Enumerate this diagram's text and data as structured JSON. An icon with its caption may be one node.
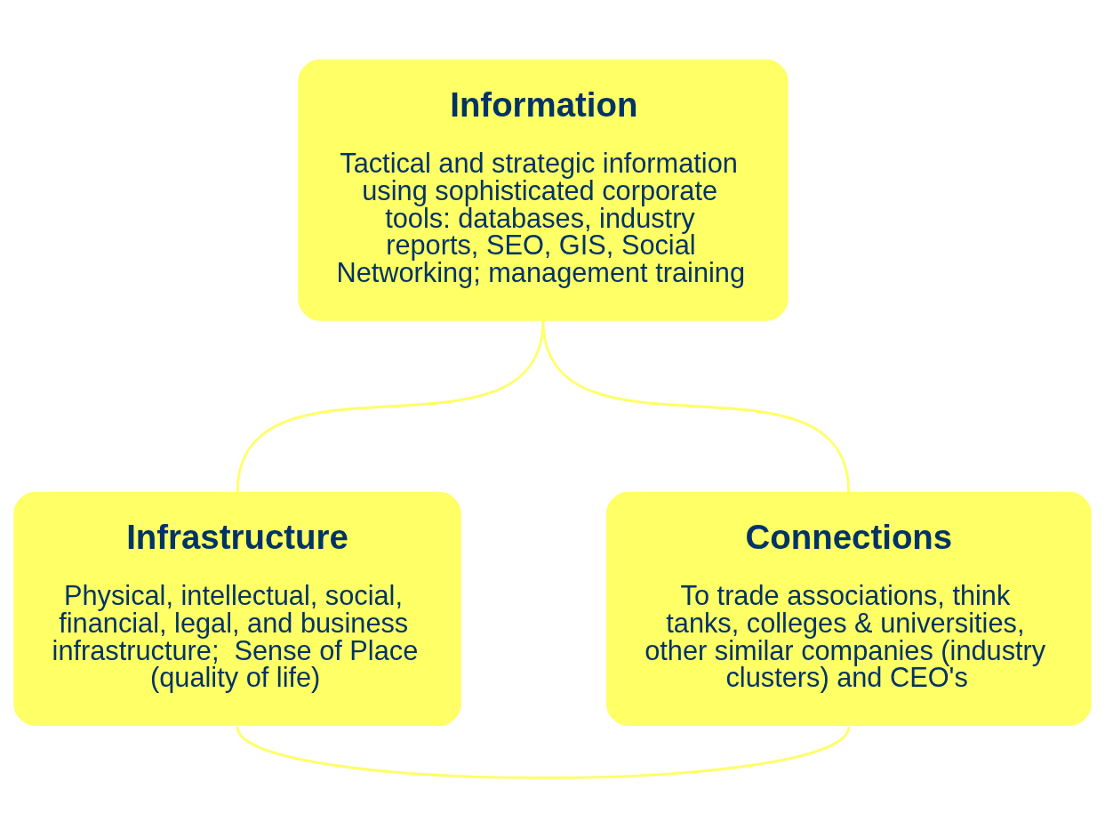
{
  "diagram": {
    "nodes": [
      {
        "text": [
          "Information",
          "Tactical and strategic information using sophisticated corporate tools: databases, industry reports, SEO, GIS, Social Networking; management training"
        ]
      },
      {
        "text": [
          "Infrastructure",
          "Physical, intellectual, social, financial, legal, and business infrastructure;  Sense of Place (quality of life)"
        ]
      },
      {
        "text": [
          "Connections",
          "To trade associations, think tanks, colleges & universities, other similar companies (industry clusters) and CEO's"
        ]
      }
    ],
    "edges": [
      {
        "from": 0,
        "to": 1,
        "arrow": "none"
      },
      {
        "from": 0,
        "to": 2,
        "arrow": "none"
      },
      {
        "from": 1,
        "to": 2,
        "arrow": "none"
      }
    ]
  }
}
